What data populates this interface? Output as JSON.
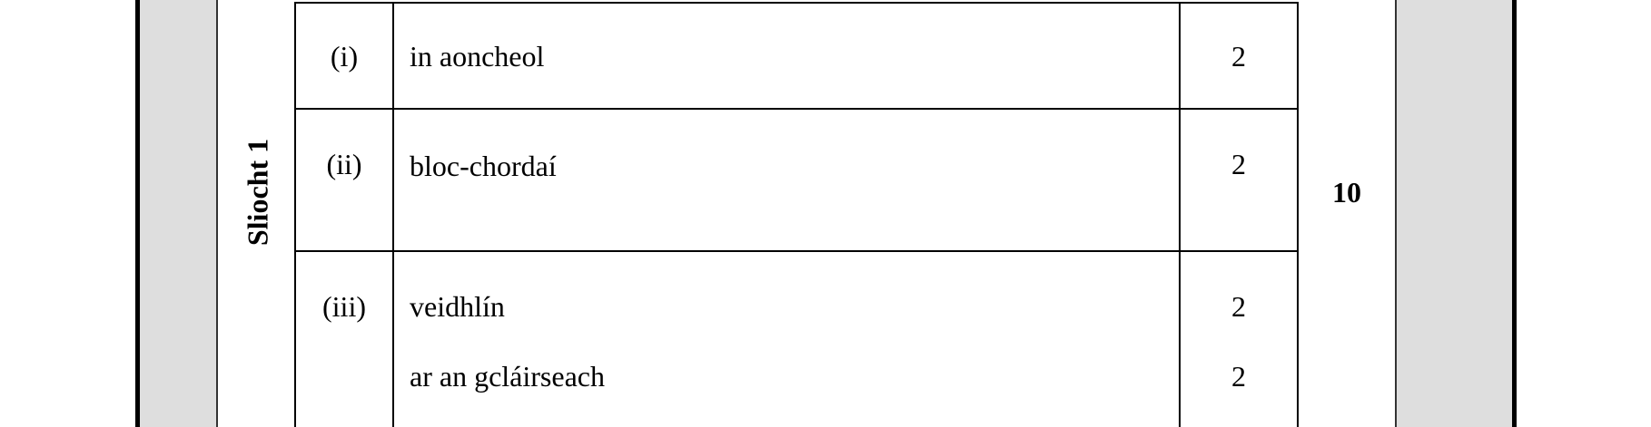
{
  "section": {
    "label": "Sliocht 1",
    "total_marks": "10"
  },
  "rows": [
    {
      "number": "(i)",
      "answers": [
        {
          "text": "in aoncheol",
          "marks": "2"
        }
      ]
    },
    {
      "number": "(ii)",
      "answers": [
        {
          "text": "bloc-chordaí",
          "marks": "2"
        }
      ]
    },
    {
      "number": "(iii)",
      "answers": [
        {
          "text": "veidhlín",
          "marks": "2"
        },
        {
          "text": "ar an gcláirseach",
          "marks": "2"
        }
      ]
    }
  ],
  "colors": {
    "border": "#000000",
    "margin_band": "#dedede",
    "background": "#ffffff"
  }
}
